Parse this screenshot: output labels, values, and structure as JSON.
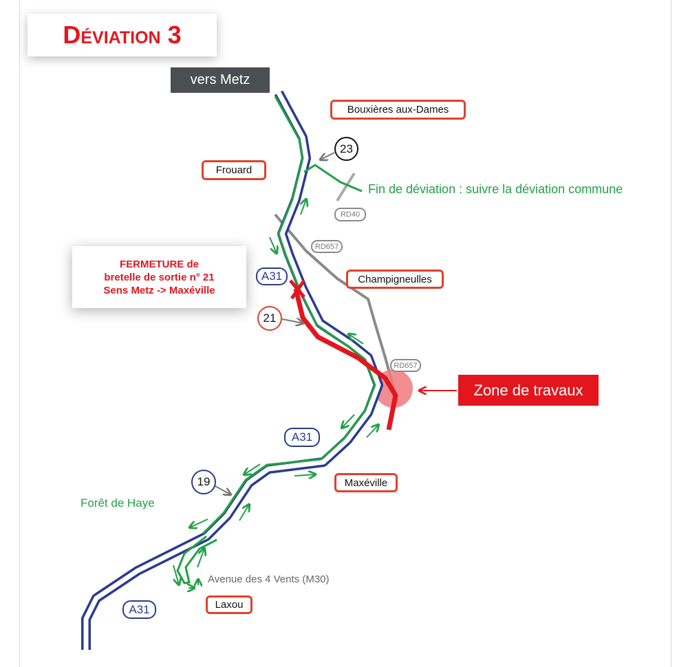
{
  "title": "Déviation 3",
  "direction": "vers Metz",
  "closure_notice": {
    "lines": [
      "FERMETURE de",
      "bretelle de sortie n° 21",
      "Sens Metz -> Maxéville"
    ]
  },
  "works_zone": "Zone de travaux",
  "end_of_detour": "Fin de déviation : suivre la déviation commune",
  "towns": {
    "bouxieres": "Bouxières aux-Dames",
    "frouard": "Frouard",
    "champigneulles": "Champigneulles",
    "maxeville": "Maxéville",
    "laxou": "Laxou"
  },
  "exits": {
    "e23": "23",
    "e21": "21",
    "e19": "19"
  },
  "highways": {
    "a": "A31",
    "b": "A31",
    "c": "A31"
  },
  "roads": {
    "rd40": "RD40",
    "rd657a": "RD657",
    "rd657b": "RD657",
    "avenue": "Avenue des 4 Vents (M30)"
  },
  "places": {
    "foret": "Forêt de Haye"
  },
  "colors": {
    "highway": "#2a3b8f",
    "detour": "#22a146",
    "closure": "#e3161e",
    "local_road": "#8a8a8a"
  }
}
